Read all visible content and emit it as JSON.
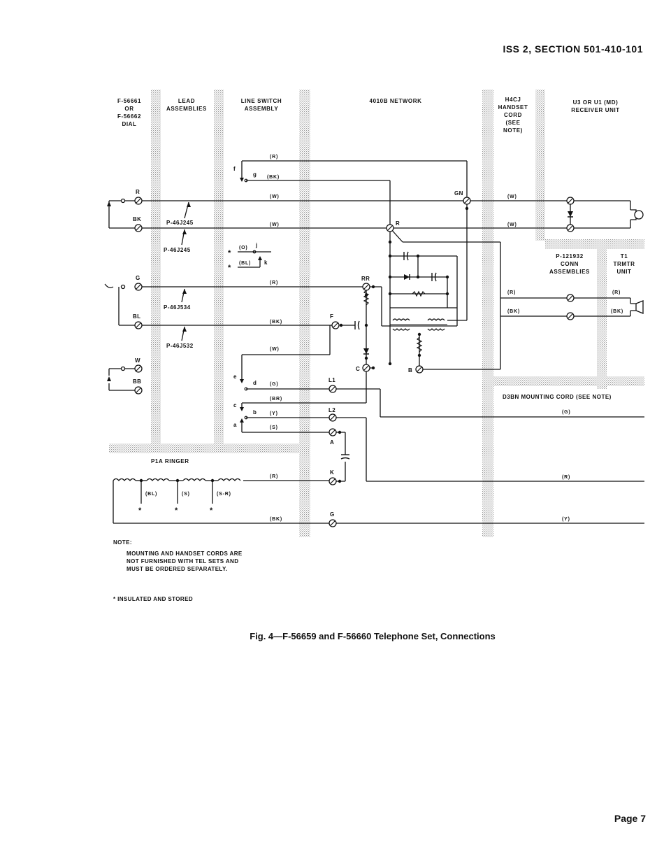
{
  "header": {
    "section": "ISS 2, SECTION 501-410-101"
  },
  "columns": {
    "dial": [
      "F-56661",
      "OR",
      "F-56662",
      "DIAL"
    ],
    "lead": [
      "LEAD",
      "ASSEMBLIES"
    ],
    "line_switch": [
      "LINE SWITCH",
      "ASSEMBLY"
    ],
    "network": "4010B NETWORK",
    "handset_cord": [
      "H4CJ",
      "HANDSET",
      "CORD",
      "(SEE",
      "NOTE)"
    ],
    "receiver": [
      "U3 OR U1 (MD)",
      "RECEIVER UNIT"
    ],
    "conn": [
      "P-121932",
      "CONN",
      "ASSEMBLIES"
    ],
    "trmtr": [
      "T1",
      "TRMTR",
      "UNIT"
    ],
    "ringer": "P1A RINGER",
    "mounting_cord": "D3BN MOUNTING CORD (SEE NOTE)"
  },
  "plugs": {
    "p1": "P-46J245",
    "p2": "P-46J245",
    "p3": "P-46J534",
    "p4": "P-46J532"
  },
  "dial_leads": {
    "r": "R",
    "bk": "BK",
    "g": "G",
    "bl": "BL",
    "w": "W",
    "bb": "BB"
  },
  "terminals": {
    "gn": "GN",
    "r": "R",
    "rr": "RR",
    "f": "F",
    "c": "C",
    "b": "B",
    "l1": "L1",
    "l2": "L2",
    "a": "A",
    "k": "K",
    "g": "G"
  },
  "switch_contacts": {
    "f": "f",
    "g": "g",
    "j": "j",
    "k": "k",
    "e": "e",
    "d": "d",
    "c": "c",
    "b": "b",
    "a": "a"
  },
  "wire_labels": {
    "r1": "(R)",
    "bk1": "(BK)",
    "w1": "(W)",
    "w2": "(W)",
    "o": "(O)",
    "bl": "(BL)",
    "r2": "(R)",
    "bk2": "(BK)",
    "w3": "(W)",
    "g": "(G)",
    "br": "(BR)",
    "y": "(Y)",
    "s": "(S)",
    "hc_w1": "(W)",
    "hc_w2": "(W)",
    "hc_r": "(R)",
    "hc_bk": "(BK)",
    "tr_r": "(R)",
    "tr_bk": "(BK)",
    "mc_g": "(G)",
    "mc_r": "(R)",
    "mc_y": "(Y)",
    "rg_r": "(R)",
    "rg_bk": "(BK)",
    "rg_bl": "(BL)",
    "rg_s": "(S)",
    "rg_sr": "(S-R)"
  },
  "star": "*",
  "note": {
    "title": "NOTE:",
    "lines": [
      "MOUNTING AND HANDSET CORDS ARE",
      "NOT FURNISHED WITH TEL SETS AND",
      "MUST BE ORDERED SEPARATELY."
    ]
  },
  "star_note": "* INSULATED AND STORED",
  "caption": "Fig. 4—F-56659 and F-56660 Telephone Set, Connections",
  "page": "Page 7"
}
